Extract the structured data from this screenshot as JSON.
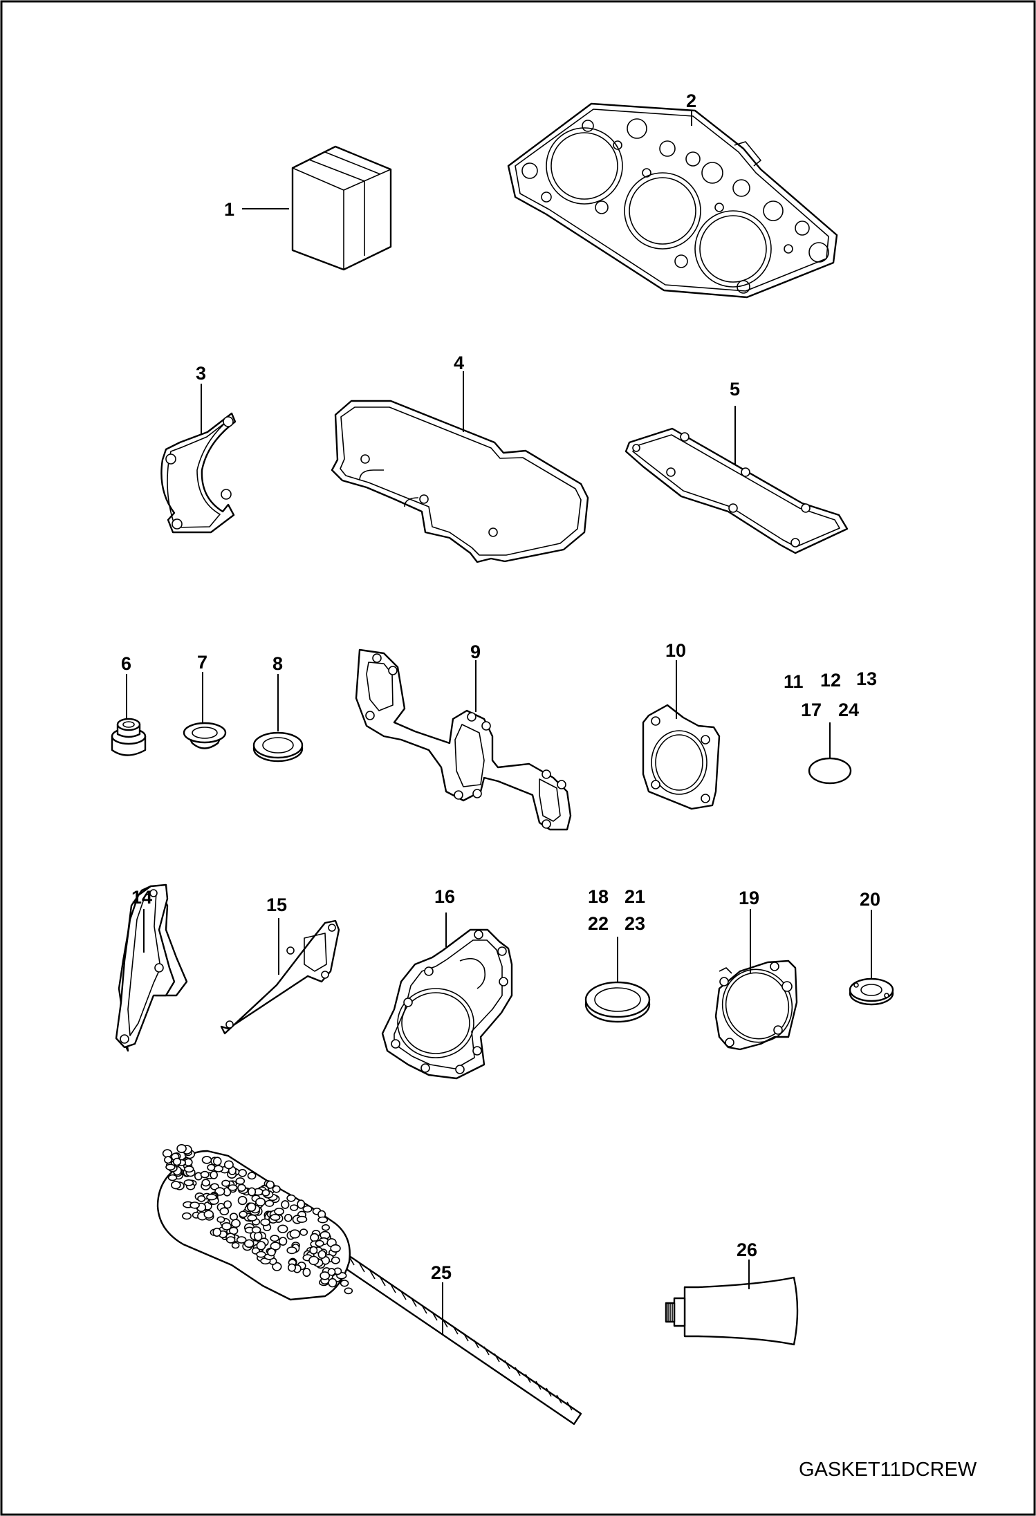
{
  "diagram": {
    "drawing_code": "GASKET11DCREW",
    "callouts": {
      "c1": "1",
      "c2": "2",
      "c3": "3",
      "c4": "4",
      "c5": "5",
      "c6": "6",
      "c7": "7",
      "c8": "8",
      "c9": "9",
      "c10": "10",
      "c11": "11",
      "c12": "12",
      "c13": "13",
      "c14": "14",
      "c15": "15",
      "c16": "16",
      "c17": "17",
      "c18": "18",
      "c19": "19",
      "c20": "20",
      "c21": "21",
      "c22": "22",
      "c23": "23",
      "c24": "24",
      "c25": "25",
      "c26": "26"
    },
    "parts": [
      {
        "callout": "1",
        "icon": "box-package-icon"
      },
      {
        "callout": "2",
        "icon": "cylinder-head-gasket-icon"
      },
      {
        "callout": "3",
        "icon": "c-shaped-gasket-icon"
      },
      {
        "callout": "4",
        "icon": "rocker-cover-gasket-icon"
      },
      {
        "callout": "5",
        "icon": "strip-gasket-icon"
      },
      {
        "callout": "6",
        "icon": "valve-stem-seal-icon"
      },
      {
        "callout": "7",
        "icon": "grommet-icon"
      },
      {
        "callout": "8",
        "icon": "sealing-washer-icon"
      },
      {
        "callout": "9",
        "icon": "exhaust-manifold-gasket-icon"
      },
      {
        "callout": "10",
        "icon": "square-flange-gasket-icon"
      },
      {
        "callout": "11 12 13 17 24",
        "icon": "o-ring-disc-icon"
      },
      {
        "callout": "14",
        "icon": "small-bracket-gasket-icon"
      },
      {
        "callout": "15",
        "icon": "triangular-gasket-icon"
      },
      {
        "callout": "16",
        "icon": "water-pump-gasket-icon"
      },
      {
        "callout": "18 21 22 23",
        "icon": "crush-washer-icon"
      },
      {
        "callout": "19",
        "icon": "round-flange-gasket-icon"
      },
      {
        "callout": "20",
        "icon": "flat-washer-icon"
      },
      {
        "callout": "25",
        "icon": "cylinder-hone-brush-icon"
      },
      {
        "callout": "26",
        "icon": "sealant-tube-icon"
      }
    ]
  }
}
